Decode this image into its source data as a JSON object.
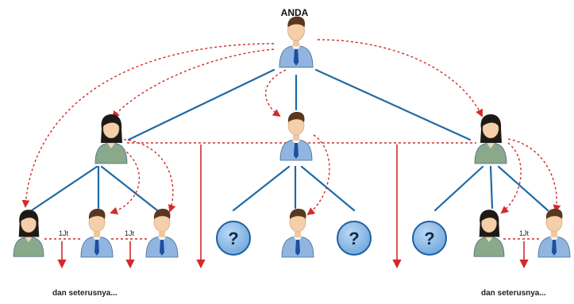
{
  "root": {
    "label": "ANDA"
  },
  "amount_labels": [
    "1Jt",
    "1Jt",
    "1Jt"
  ],
  "unknown_symbol": "?",
  "footer": {
    "left": "dan seterusnya...",
    "right": "dan seterusnya..."
  },
  "colors": {
    "tree_line": "#1f6aa5",
    "referral_arrow": "#d42a2a",
    "unknown_fill": "#7fb3e6",
    "unknown_border": "#1f5f9e",
    "male_shirt": "#8fb5e0",
    "female_shirt": "#8aa88a",
    "tie": "#1f4fa0"
  },
  "people": [
    {
      "id": "root",
      "gender": "male"
    },
    {
      "id": "level1-left",
      "gender": "female"
    },
    {
      "id": "level1-center",
      "gender": "male"
    },
    {
      "id": "level1-right",
      "gender": "female"
    },
    {
      "id": "level2-left-1",
      "gender": "female"
    },
    {
      "id": "level2-left-2",
      "gender": "male"
    },
    {
      "id": "level2-left-3",
      "gender": "male"
    },
    {
      "id": "level2-center-1",
      "gender": "unknown"
    },
    {
      "id": "level2-center-2",
      "gender": "male"
    },
    {
      "id": "level2-center-3",
      "gender": "unknown"
    },
    {
      "id": "level2-right-1",
      "gender": "unknown"
    },
    {
      "id": "level2-right-2",
      "gender": "female"
    },
    {
      "id": "level2-right-3",
      "gender": "male"
    }
  ]
}
